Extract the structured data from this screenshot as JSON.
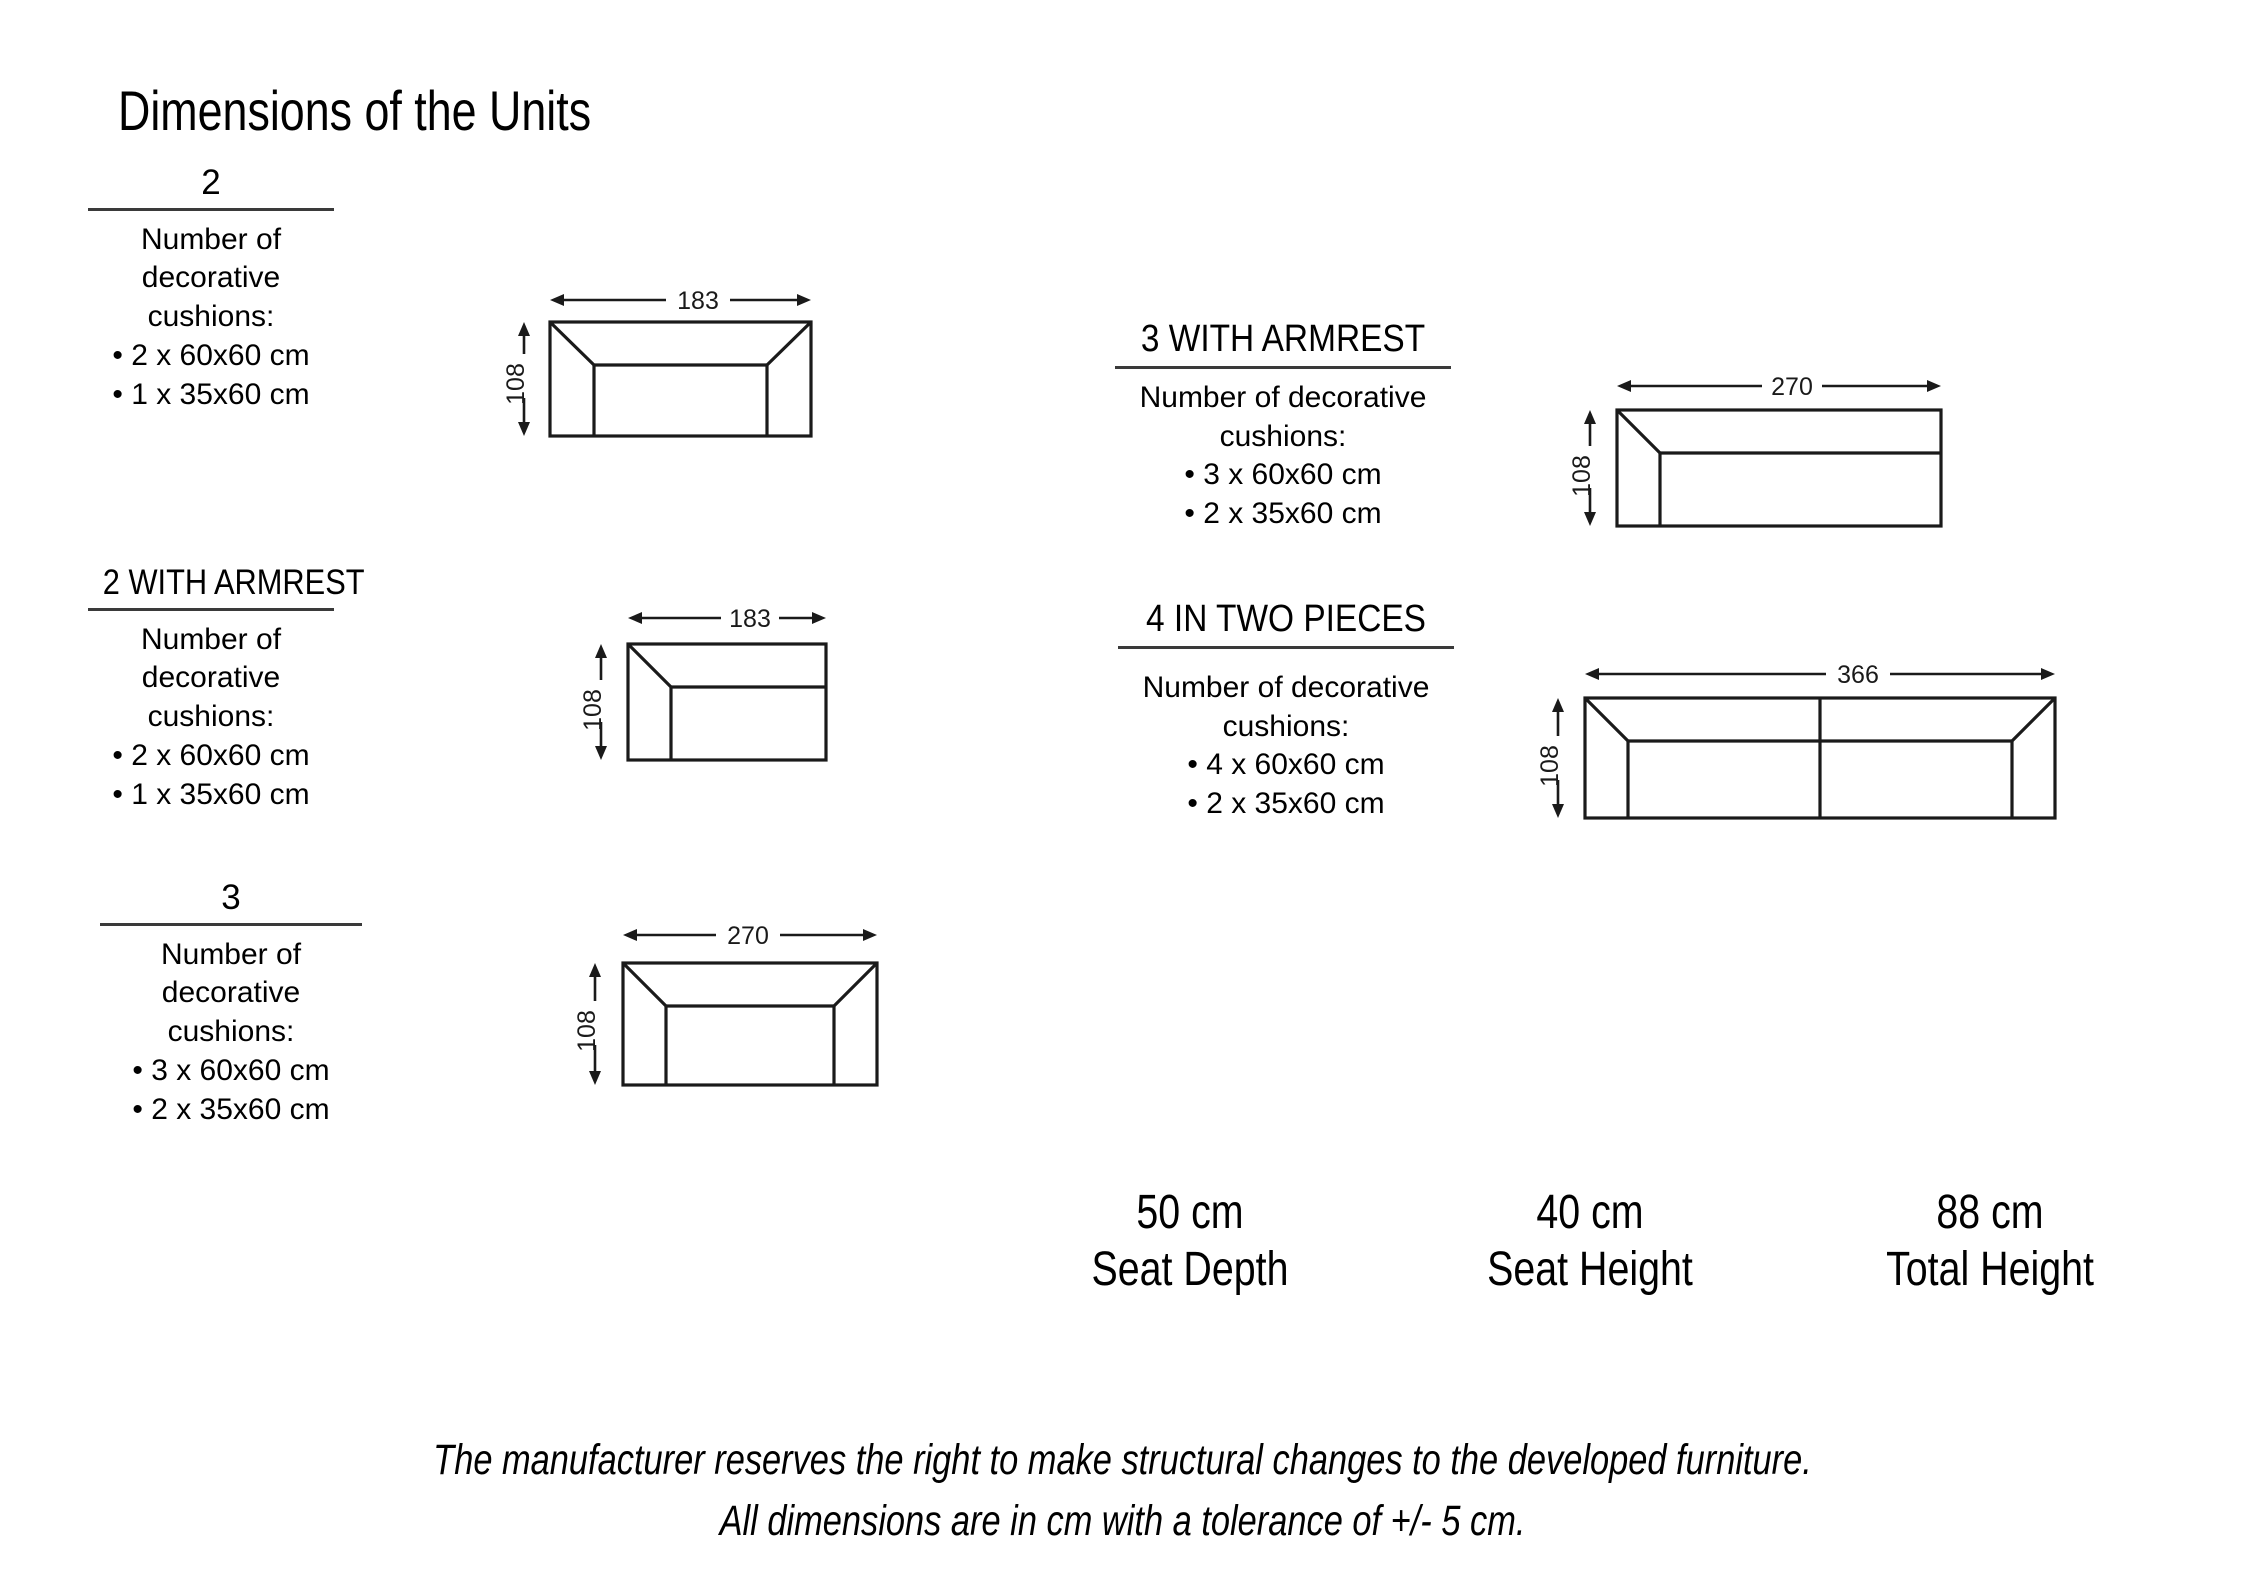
{
  "page": {
    "title": "Dimensions of the Units"
  },
  "units": [
    {
      "id": "unit-2",
      "heading": "2",
      "caption": "Number of decorative cushions:",
      "cushions": [
        "• 2 x 60x60 cm",
        "• 1 x 35x60 cm"
      ],
      "figure": {
        "width_label": "183",
        "height_label": "108",
        "armrests": "both",
        "divider": false
      }
    },
    {
      "id": "unit-2-with-armrest",
      "heading": "2 WITH ARMREST",
      "caption": "Number of decorative cushions:",
      "cushions": [
        "• 2 x 60x60 cm",
        "• 1 x 35x60 cm"
      ],
      "figure": {
        "width_label": "183",
        "height_label": "108",
        "armrests": "left",
        "divider": false
      }
    },
    {
      "id": "unit-3",
      "heading": "3",
      "caption": "Number of decorative cushions:",
      "cushions": [
        "• 3 x 60x60 cm",
        "• 2 x 35x60 cm"
      ],
      "figure": {
        "width_label": "270",
        "height_label": "108",
        "armrests": "both",
        "divider": false
      }
    },
    {
      "id": "unit-3-with-armrest",
      "heading": "3 WITH ARMREST",
      "caption": "Number of decorative cushions:",
      "cushions": [
        "• 3 x 60x60 cm",
        "• 2 x 35x60 cm"
      ],
      "figure": {
        "width_label": "270",
        "height_label": "108",
        "armrests": "left",
        "divider": false
      }
    },
    {
      "id": "unit-4-in-two-pieces",
      "heading": "4 IN TWO PIECES",
      "caption": "Number of decorative cushions:",
      "cushions": [
        "• 4 x 60x60 cm",
        "• 2 x 35x60 cm"
      ],
      "figure": {
        "width_label": "366",
        "height_label": "108",
        "armrests": "both",
        "divider": true
      }
    }
  ],
  "seat_specs": [
    {
      "value": "50 cm",
      "label": "Seat Depth"
    },
    {
      "value": "40 cm",
      "label": "Seat Height"
    },
    {
      "value": "88 cm",
      "label": "Total Height"
    }
  ],
  "disclaimer": {
    "line1": "The manufacturer reserves the right to make structural changes to the developed furniture.",
    "line2": "All dimensions are in cm with a tolerance of +/- 5 cm."
  },
  "colors": {
    "ink": "#000000",
    "rule": "#3a3a3a",
    "line": "#1a1a1a",
    "background": "#ffffff"
  }
}
